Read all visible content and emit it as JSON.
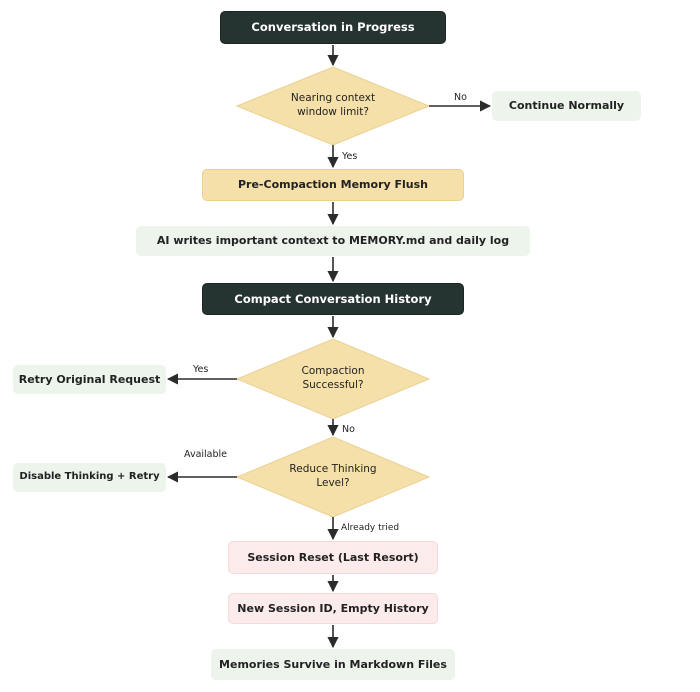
{
  "nodes": {
    "start": "Conversation in Progress",
    "nearing_limit": "Nearing context window limit?",
    "continue_normally": "Continue Normally",
    "memory_flush": "Pre-Compaction Memory Flush",
    "ai_writes": "AI writes important context to MEMORY.md and daily log",
    "compact_history": "Compact Conversation History",
    "compaction_successful": "Compaction Successful?",
    "retry_original": "Retry Original Request",
    "reduce_thinking": "Reduce Thinking Level?",
    "disable_thinking": "Disable Thinking + Retry",
    "session_reset": "Session Reset (Last Resort)",
    "new_session": "New Session ID, Empty History",
    "memories_survive": "Memories Survive in Markdown Files"
  },
  "edges": {
    "no_1": "No",
    "yes_1": "Yes",
    "yes_2": "Yes",
    "no_2": "No",
    "available": "Available",
    "already_tried": "Already tried"
  },
  "colors": {
    "dark": "#253331",
    "tan": "#f6e0a9",
    "green": "#ecf4ec",
    "pink": "#fcebeb",
    "arrow": "#2b2b2b"
  }
}
